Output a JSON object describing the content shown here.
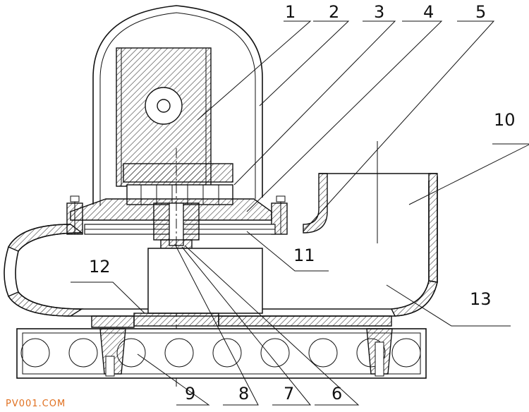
{
  "labels": {
    "l1": "1",
    "l2": "2",
    "l3": "3",
    "l4": "4",
    "l5": "5",
    "l6": "6",
    "l7": "7",
    "l8": "8",
    "l9": "9",
    "l10": "10",
    "l11": "11",
    "l12": "12",
    "l13": "13"
  },
  "watermark": "PV001.COM"
}
